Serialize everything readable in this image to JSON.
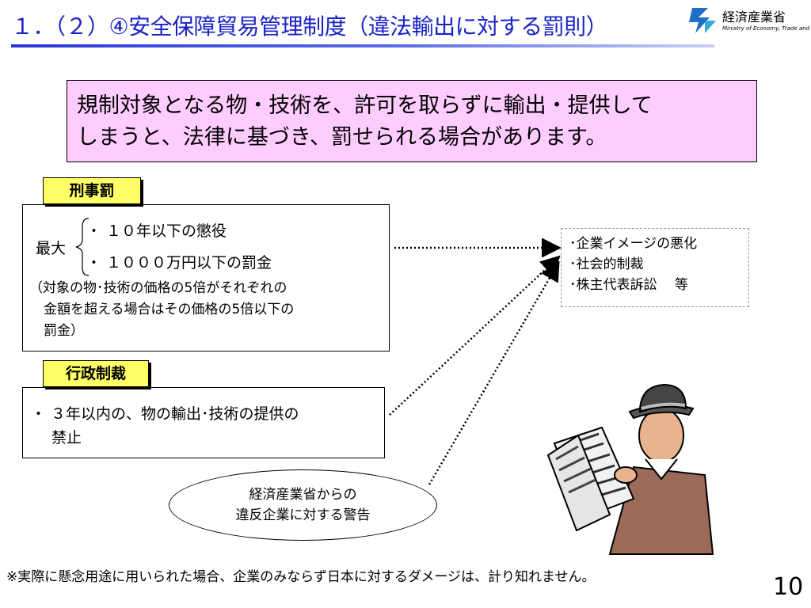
{
  "header": {
    "title": "１．（２）④安全保障貿易管理制度（違法輸出に対する罰則）",
    "logo_name": "経済産業省",
    "logo_sub": "Ministry of Economy, Trade and Industry"
  },
  "summary": {
    "line1": "規制対象となる物・技術を、許可を取らずに輸出・提供して",
    "line2": "しまうと、法律に基づき、罰せられる場合があります。"
  },
  "criminal": {
    "tag": "刑事罰",
    "max_label": "最大",
    "item1": "・ １０年以下の懲役",
    "item2": "・ １０００万円以下の罰金",
    "note_l1": "（対象の物･技術の価格の5倍がそれぞれの",
    "note_l2": "金額を超える場合はその価格の5倍以下の",
    "note_l3": "罰金）"
  },
  "administrative": {
    "tag": "行政制裁",
    "item_l1": "・ ３年以内の、物の輸出･技術の提供の",
    "item_l2": "禁止"
  },
  "warning": {
    "line1": "経済産業省からの",
    "line2": "違反企業に対する警告"
  },
  "consequences": {
    "items": [
      "･企業イメージの悪化",
      "･社会的制裁",
      "･株主代表訴訟　 等"
    ]
  },
  "footnote": "※実際に懸念用途に用いられた場合、企業のみならず日本に対するダメージは、計り知れません。",
  "page_number": "10",
  "colors": {
    "title": "#1a22c8",
    "summary_bg": "#ffccff",
    "tag_bg": "#ffff66",
    "logo_blue": "#1f6fc5"
  },
  "illustration": "man-reading-newspaper"
}
